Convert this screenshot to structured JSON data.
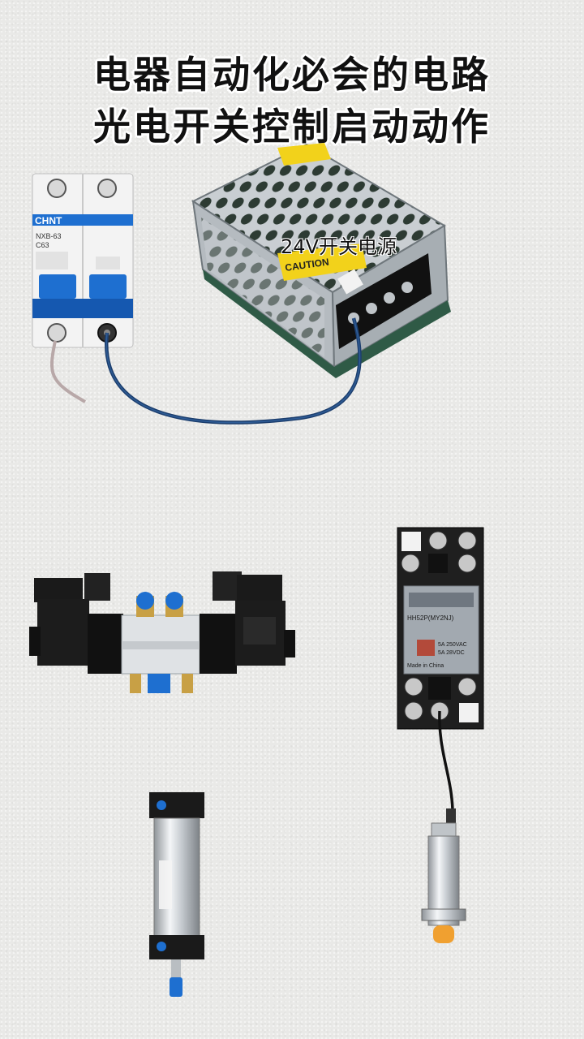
{
  "title": {
    "line1": "电器自动化必会的电路",
    "line2": "光电开关控制启动动作"
  },
  "labels": {
    "power_supply": "24V开关电源"
  },
  "breaker": {
    "brand": "CHNT",
    "model": "NXB-63",
    "rating": "C63"
  },
  "relay": {
    "model": "HH52P(MY2NJ)",
    "spec1": "5A 250VAC",
    "spec2": "5A 28VDC",
    "made": "Made in China"
  },
  "power_supply_caution": "CAUTION",
  "colors": {
    "wire": "#1d3f6e",
    "breaker_blue": "#1e6fd0",
    "psu_green": "#2f5a46",
    "caution_yellow": "#f2d21b",
    "sensor_orange": "#f0a030"
  }
}
